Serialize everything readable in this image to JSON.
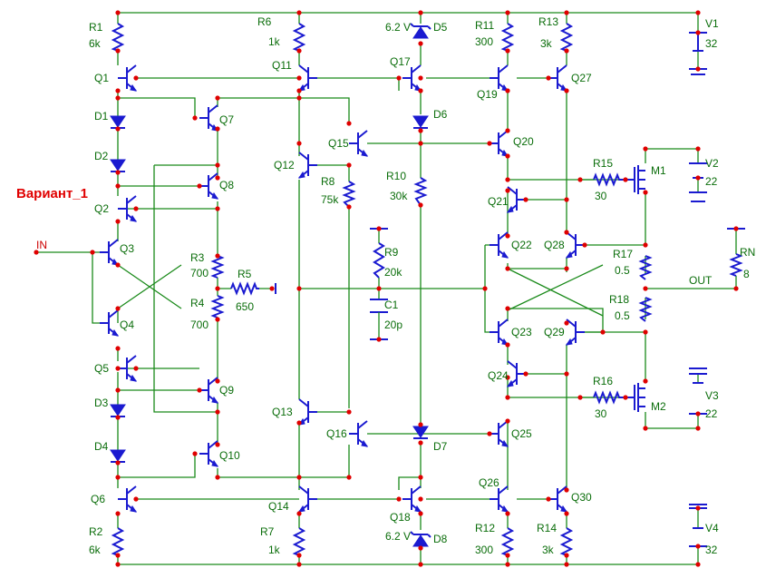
{
  "title": "Вариант_1",
  "ports": {
    "input": "IN",
    "output": "OUT"
  },
  "supplies": [
    {
      "ref": "V1",
      "value": "32"
    },
    {
      "ref": "V2",
      "value": "22"
    },
    {
      "ref": "V3",
      "value": "22"
    },
    {
      "ref": "V4",
      "value": "32"
    }
  ],
  "resistors": [
    {
      "ref": "R1",
      "value": "6k"
    },
    {
      "ref": "R2",
      "value": "6k"
    },
    {
      "ref": "R3",
      "value": "700"
    },
    {
      "ref": "R4",
      "value": "700"
    },
    {
      "ref": "R5",
      "value": "650"
    },
    {
      "ref": "R6",
      "value": "1k"
    },
    {
      "ref": "R7",
      "value": "1k"
    },
    {
      "ref": "R8",
      "value": "75k"
    },
    {
      "ref": "R9",
      "value": "20k"
    },
    {
      "ref": "R10",
      "value": "30k"
    },
    {
      "ref": "R11",
      "value": "300"
    },
    {
      "ref": "R12",
      "value": "300"
    },
    {
      "ref": "R13",
      "value": "3k"
    },
    {
      "ref": "R14",
      "value": "3k"
    },
    {
      "ref": "R15",
      "value": "30"
    },
    {
      "ref": "R16",
      "value": "30"
    },
    {
      "ref": "R17",
      "value": "0.5"
    },
    {
      "ref": "R18",
      "value": "0.5"
    },
    {
      "ref": "RN",
      "value": "8"
    }
  ],
  "capacitors": [
    {
      "ref": "C1",
      "value": "20p"
    }
  ],
  "diodes": [
    {
      "ref": "D1"
    },
    {
      "ref": "D2"
    },
    {
      "ref": "D3"
    },
    {
      "ref": "D4"
    },
    {
      "ref": "D5",
      "value": "6.2 V"
    },
    {
      "ref": "D6"
    },
    {
      "ref": "D7"
    },
    {
      "ref": "D8",
      "value": "6.2 V"
    }
  ],
  "transistors": [
    "Q1",
    "Q2",
    "Q3",
    "Q4",
    "Q5",
    "Q6",
    "Q7",
    "Q8",
    "Q9",
    "Q10",
    "Q11",
    "Q12",
    "Q13",
    "Q14",
    "Q15",
    "Q16",
    "Q17",
    "Q18",
    "Q19",
    "Q20",
    "Q21",
    "Q22",
    "Q23",
    "Q24",
    "Q25",
    "Q26",
    "Q27",
    "Q28",
    "Q29",
    "Q30"
  ],
  "mosfets": [
    "M1",
    "M2"
  ],
  "colors": {
    "wire": "#1a8a1a",
    "component": "#1a1ad0",
    "node": "#e00000",
    "label": "#0a6d0a",
    "title": "#e00000"
  }
}
